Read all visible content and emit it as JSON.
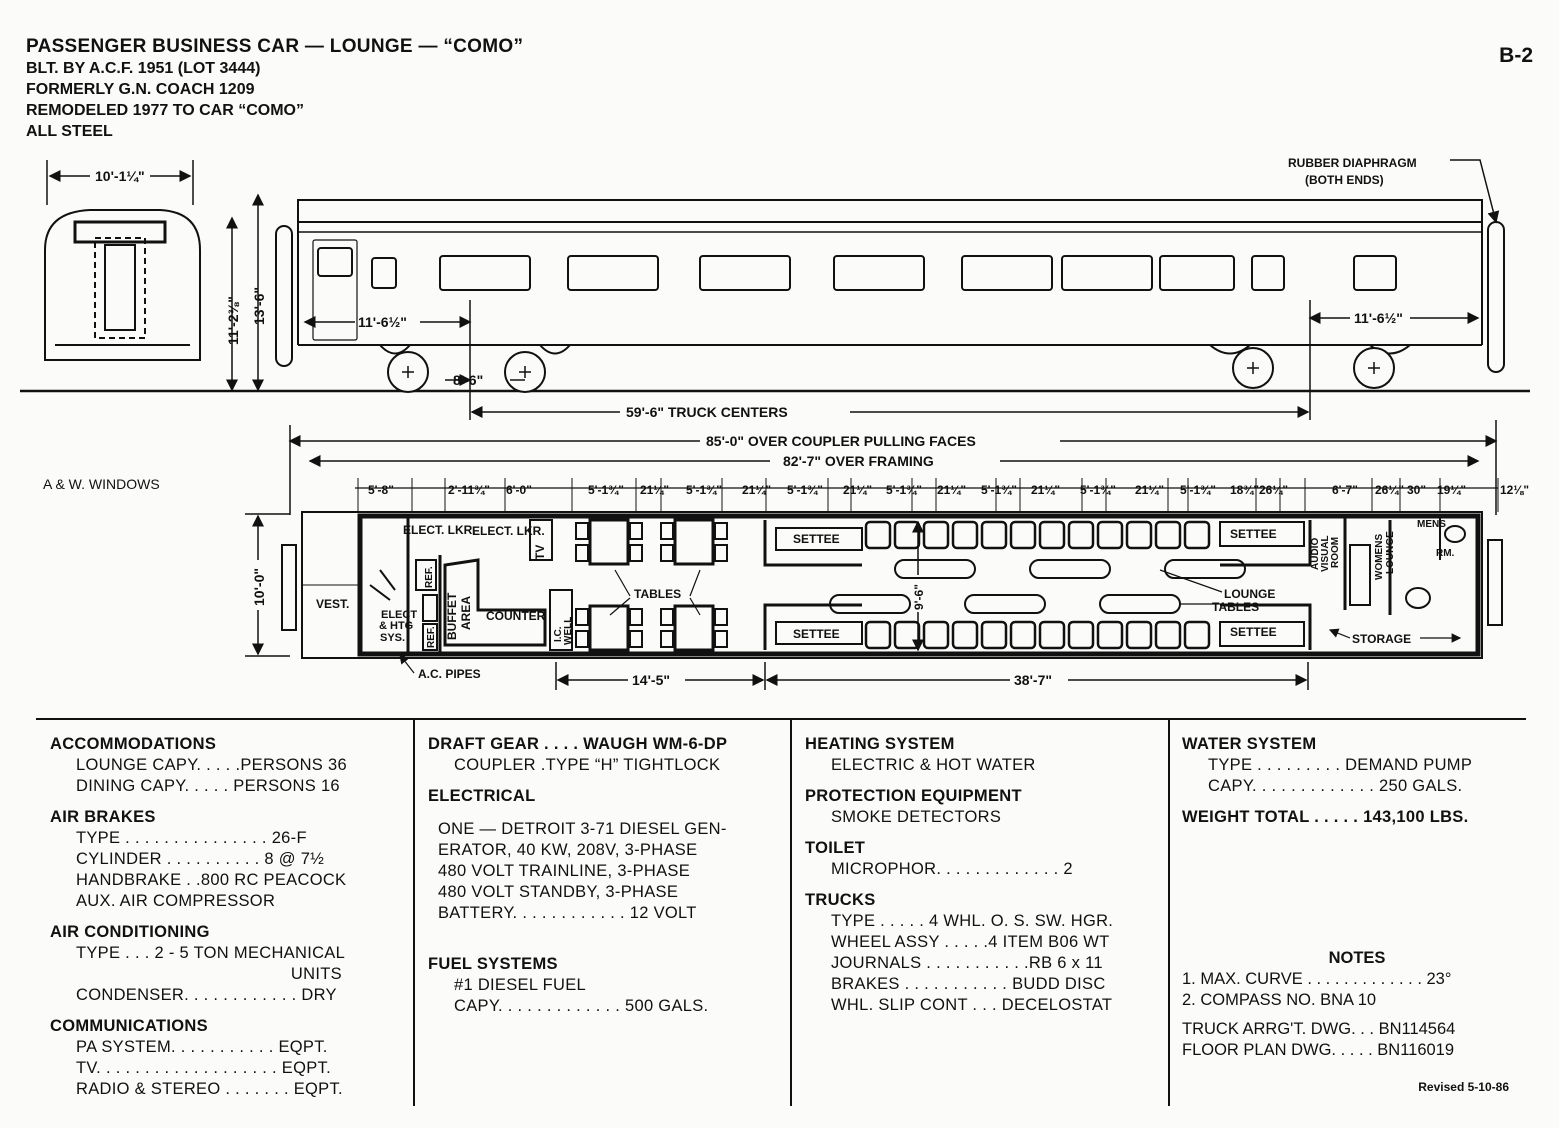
{
  "header": {
    "title": "PASSENGER BUSINESS CAR — LOUNGE — “COMO”",
    "lines": [
      "BLT. BY A.C.F. 1951 (LOT 3444)",
      "FORMERLY G.N. COACH 1209",
      "REMODELED 1977 TO CAR “COMO”",
      "ALL STEEL"
    ],
    "sheet": "B-2"
  },
  "elevation": {
    "rubber_diaphragm": [
      "RUBBER DIAPHRAGM",
      "(BOTH ENDS)"
    ],
    "end_width": "10'-1¼\"",
    "height_a": "11'-2⅜\"",
    "height_b": "13'-6\"",
    "overhang_left": "11'-6½\"",
    "overhang_right": "11'-6½\"",
    "wheelbase": "8'-6\"",
    "truck_centers": "59'-6\" TRUCK CENTERS",
    "coupler": "85'-0\" OVER COUPLER PULLING FACES",
    "framing": "82'-7\" OVER FRAMING"
  },
  "plan": {
    "windows_label": "A & W. WINDOWS",
    "segments": [
      "5'-8\"",
      "2'-11¾\"",
      "6'-0\"",
      "5'-1¾\"",
      "21¼\"",
      "5'-1¾\"",
      "21¼\"",
      "5'-1¾\"",
      "21¼\"",
      "5'-1¾\"",
      "21¼\"",
      "5'-1¾\"",
      "21¼\"",
      "5'-1¾\"",
      "21¼\"",
      "5'-1¾\"",
      "18¾\"",
      "26¼\"",
      "6'-7\"",
      "26¼\"",
      "30\"",
      "19¼\"",
      "12⅛\""
    ],
    "width": "10'-0\"",
    "inner_width": "9'-6\"",
    "labels": {
      "vest": "VEST.",
      "elect_lkr": "ELECT. LKR.",
      "elect_lkr2": "ELECT. LKR.",
      "tv": "TV",
      "elect_htg": [
        "ELECT",
        "& HTG",
        "SYS."
      ],
      "ref": "REF.",
      "ref2": "REF.",
      "buffet": [
        "BUFFET",
        "AREA"
      ],
      "counter": "COUNTER",
      "ic_well": [
        "I.C.",
        "WELL"
      ],
      "tables": "TABLES",
      "settee": "SETTEE",
      "lounge_tables": [
        "LOUNGE",
        "TABLES"
      ],
      "audio": [
        "AUDIO",
        "VISUAL",
        "ROOM"
      ],
      "womens": [
        "WOMENS",
        "LOUNGE"
      ],
      "mens": [
        "MENS",
        "RM."
      ],
      "storage": "STORAGE",
      "ac_pipes": "A.C. PIPES"
    },
    "dim_dining": "14'-5\"",
    "dim_lounge": "38'-7\""
  },
  "specs": {
    "col1": [
      {
        "h": "ACCOMMODATIONS"
      },
      {
        "i": "LOUNGE CAPY. . . . .PERSONS 36"
      },
      {
        "i": "DINING CAPY. . . . . PERSONS 16"
      },
      {
        "h": "AIR BRAKES"
      },
      {
        "i": "TYPE . . . . . . . . . . . . . . . 26-F"
      },
      {
        "i": "CYLINDER . . . . . . . . . . 8 @ 7½"
      },
      {
        "i": "HANDBRAKE . .800 RC PEACOCK"
      },
      {
        "i": "AUX. AIR COMPRESSOR"
      },
      {
        "h": "AIR CONDITIONING"
      },
      {
        "i": "TYPE . . . 2 - 5 TON MECHANICAL"
      },
      {
        "i": "                                            UNITS"
      },
      {
        "i": "CONDENSER. . . . . . . . . . . . DRY"
      },
      {
        "h": "COMMUNICATIONS"
      },
      {
        "i": "PA SYSTEM. . . . . . . . . . . EQPT."
      },
      {
        "i": "TV. . . . . . . . . . . . . . . . . . . EQPT."
      },
      {
        "i": "RADIO & STEREO . . . . . . . EQPT."
      }
    ],
    "col2": [
      {
        "h": "DRAFT GEAR . . . . WAUGH WM-6-DP"
      },
      {
        "i": "COUPLER .TYPE “H” TIGHTLOCK"
      },
      {
        "h": "ELECTRICAL"
      },
      {
        "p": "ONE — DETROIT 3-71 DIESEL GEN-"
      },
      {
        "p": "ERATOR, 40 KW, 208V, 3-PHASE"
      },
      {
        "p": "480 VOLT TRAINLINE, 3-PHASE"
      },
      {
        "p": "480 VOLT STANDBY, 3-PHASE"
      },
      {
        "p": "BATTERY. . . . . . . . . . . . 12 VOLT"
      },
      {
        "h": "FUEL SYSTEMS"
      },
      {
        "i": "#1 DIESEL FUEL"
      },
      {
        "i": "CAPY. . . . . . . . . . . . . 500 GALS."
      }
    ],
    "col3": [
      {
        "h": "HEATING SYSTEM"
      },
      {
        "i": "ELECTRIC & HOT WATER"
      },
      {
        "h": "PROTECTION EQUIPMENT"
      },
      {
        "i": "SMOKE DETECTORS"
      },
      {
        "h": "TOILET"
      },
      {
        "i": "MICROPHOR. . . . . . . . . . . . . 2"
      },
      {
        "h": "TRUCKS"
      },
      {
        "i": "TYPE . . . . . 4 WHL. O. S. SW. HGR."
      },
      {
        "i": "WHEEL ASSY . . . . .4 ITEM B06 WT"
      },
      {
        "i": "JOURNALS . . . . . . . . . . .RB 6 x 11"
      },
      {
        "i": "BRAKES . . . . . . . . . . . BUDD DISC"
      },
      {
        "i": "WHL. SLIP CONT . . . DECELOSTAT"
      }
    ],
    "col4": [
      {
        "h": "WATER SYSTEM"
      },
      {
        "i": "TYPE . . . . . . . . . DEMAND PUMP"
      },
      {
        "i": "CAPY. . . . . . . . . . . . . 250 GALS."
      },
      {
        "h": "WEIGHT TOTAL . . . . . 143,100 LBS."
      }
    ],
    "notes_title": "NOTES",
    "notes": [
      "1. MAX. CURVE . . . . . . . . . . . . . 23°",
      "2. COMPASS NO. BNA 10",
      "TRUCK ARRG'T. DWG. . . BN114564",
      "FLOOR PLAN DWG. . . . . BN116019"
    ],
    "revised": "Revised 5-10-86"
  }
}
